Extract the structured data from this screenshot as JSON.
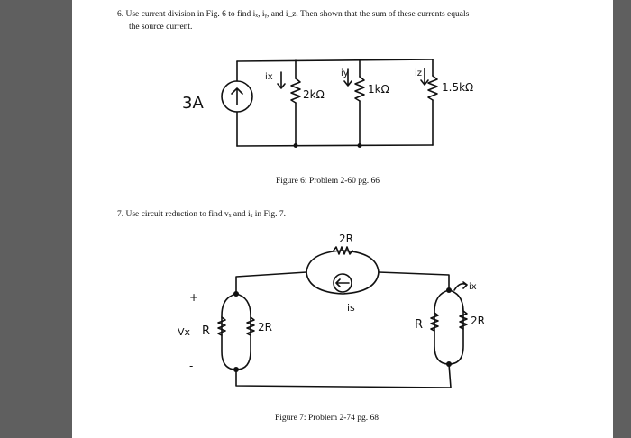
{
  "problem6": {
    "text_line1": "6. Use current division in Fig. 6 to find i",
    "text_line1_full": "6. Use current division in Fig. 6 to find iₓ, iᵧ, and i_z. Then shown that the sum of these currents equals",
    "text_line2": "the source current.",
    "caption": "Figure 6: Problem 2-60 pg. 66",
    "circuit": {
      "source_label": "3A",
      "branch_currents": [
        "ix",
        "iy",
        "iz"
      ],
      "resistors": [
        "2kΩ",
        "1kΩ",
        "1.5kΩ"
      ]
    }
  },
  "problem7": {
    "text": "7. Use circuit reduction to find vₓ and iₓ in Fig. 7.",
    "caption": "Figure 7: Problem 2-74 pg. 68",
    "circuit": {
      "top_resistor": "2R",
      "source_label": "is",
      "left_voltage_label": "Vx",
      "plus_sign": "+",
      "minus_sign": "-",
      "left_resistors": [
        "R",
        "2R"
      ],
      "right_resistors": [
        "R",
        "2R"
      ],
      "right_current": "ix"
    }
  }
}
